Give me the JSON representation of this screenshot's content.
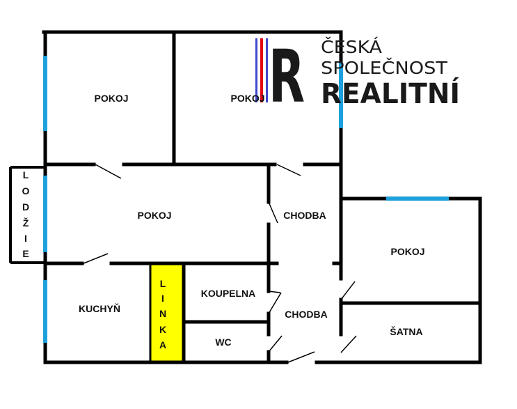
{
  "logo": {
    "line1": "ČESKÁ",
    "line2": "SPOLEČNOST",
    "line3": "REALITNÍ",
    "mark": "R",
    "colors": {
      "red": "#e30613",
      "blue": "#3f48cc",
      "dark": "#1a1a1a"
    }
  },
  "rooms": {
    "pokoj_top_left": "POKOJ",
    "pokoj_top_right": "POKOJ",
    "pokoj_middle": "POKOJ",
    "pokoj_right": "POKOJ",
    "chodba_upper": "CHODBA",
    "chodba_lower": "CHODBA",
    "kuchyn": "KUCHYŇ",
    "koupelna": "KOUPELNA",
    "wc": "WC",
    "satna": "ŠATNA"
  },
  "vertical_labels": {
    "lodzie": [
      "L",
      "O",
      "D",
      "Ž",
      "I",
      "E"
    ],
    "linka": [
      "L",
      "I",
      "N",
      "K",
      "A"
    ]
  },
  "colors": {
    "wall": "#000000",
    "window": "#1ea0dc",
    "linka_fill": "#ffff00"
  }
}
